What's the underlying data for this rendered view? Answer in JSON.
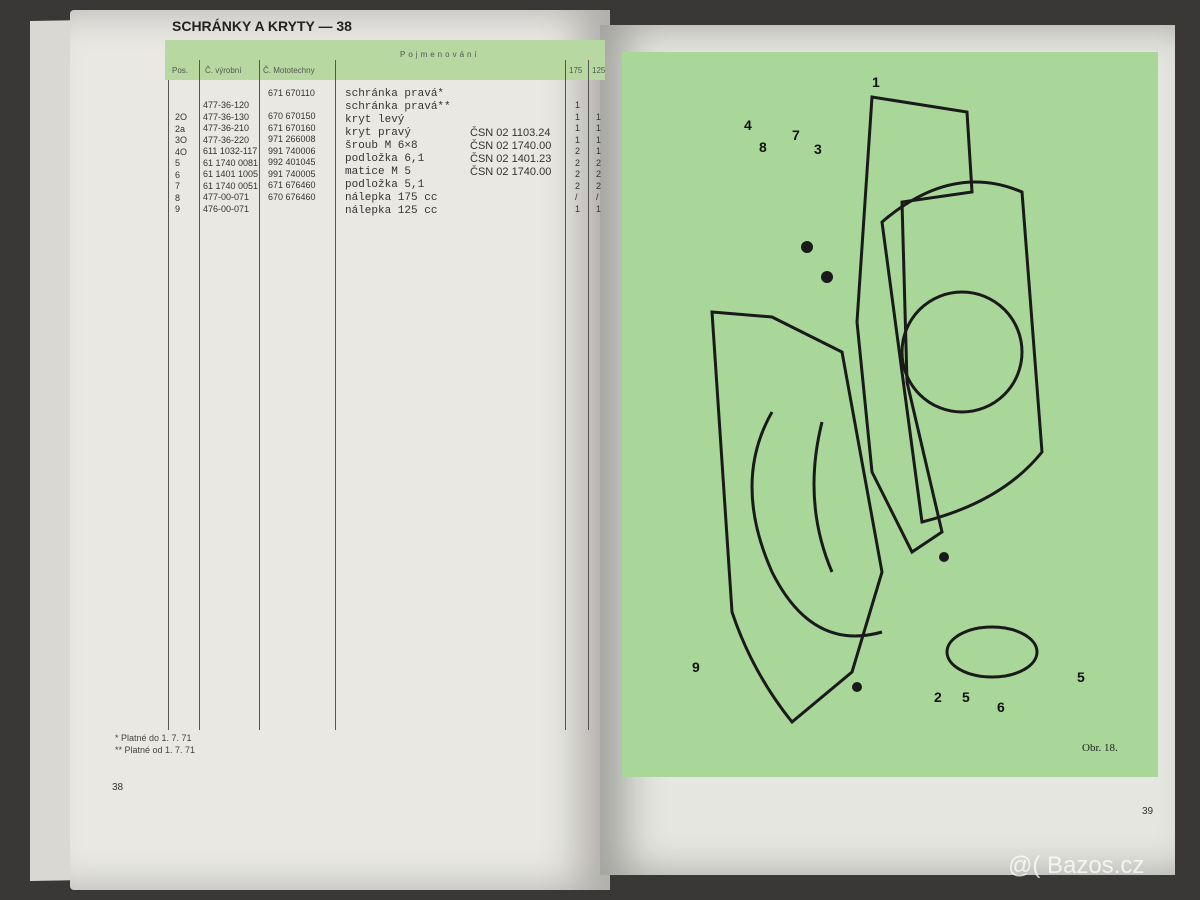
{
  "left_page": {
    "title": "SCHRÁNKY A KRYTY — 38",
    "headers": {
      "pos": "Pos.",
      "vyrobni": "Č. výrobní",
      "mototechny": "Č. Mototechny",
      "name": "Pojmenování",
      "q175": "175",
      "q125": "125"
    },
    "pos": "2O\n2a\n3O\n4O\n5\n6\n7\n8\n9",
    "vyrobni": "477-36-120\n477-36-130\n477-36-210\n477-36-220\n611 1032-117\n61 1740 0081\n61 1401 1005\n61 1740 0051\n477-00-071\n476-00-071",
    "mototechny": "671 670110\n\n670 670150\n671 670160\n971 266008\n991 740006\n992 401045\n991 740005\n671 676460\n670 676460",
    "names": "schránka pravá*\nschránka pravá**\nkryt levý\nkryt pravý\nšroub M 6×8\npodložka 6,1\nmatice M 5\npodložka 5,1\nnálepka 175 cc\nnálepka 125 cc",
    "csn": "ČSN 02 1103.24\nČSN 02 1740.00\nČSN 02 1401.23\nČSN 02 1740.00",
    "q175": "1\n1\n1\n1\n2\n2\n2\n2\n/\n1",
    "q125": "\n1\n1\n1\n1\n2\n2\n2\n/\n1",
    "footnotes": [
      "* Platné do 1. 7. 71",
      "** Platné od 1. 7. 71"
    ],
    "page_number": "38"
  },
  "right_page": {
    "caption": "Obr. 18.",
    "page_number": "39",
    "part_labels": [
      "4",
      "8",
      "7",
      "3",
      "1",
      "9",
      "2",
      "5",
      "6",
      "5"
    ],
    "illustration_color": "#a9d79a"
  },
  "watermark": "@( Bazos.cz"
}
